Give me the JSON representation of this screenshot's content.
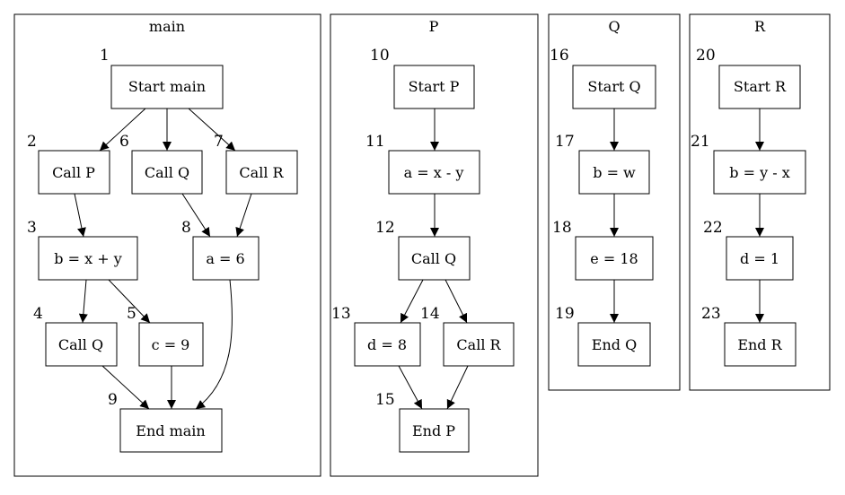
{
  "clusters": [
    {
      "id": "main",
      "title": "main"
    },
    {
      "id": "P",
      "title": "P"
    },
    {
      "id": "Q",
      "title": "Q"
    },
    {
      "id": "R",
      "title": "R"
    }
  ],
  "nodes": [
    {
      "id": "1",
      "label": "Start main",
      "number": "1"
    },
    {
      "id": "2",
      "label": "Call P",
      "number": "2"
    },
    {
      "id": "6",
      "label": "Call Q",
      "number": "6"
    },
    {
      "id": "7",
      "label": "Call R",
      "number": "7"
    },
    {
      "id": "3",
      "label": "b = x + y",
      "number": "3"
    },
    {
      "id": "8",
      "label": "a = 6",
      "number": "8"
    },
    {
      "id": "4",
      "label": "Call Q",
      "number": "4"
    },
    {
      "id": "5",
      "label": "c = 9",
      "number": "5"
    },
    {
      "id": "9",
      "label": "End main",
      "number": "9"
    },
    {
      "id": "10",
      "label": "Start P",
      "number": "10"
    },
    {
      "id": "11",
      "label": "a = x - y",
      "number": "11"
    },
    {
      "id": "12",
      "label": "Call Q",
      "number": "12"
    },
    {
      "id": "13",
      "label": "d = 8",
      "number": "13"
    },
    {
      "id": "14",
      "label": "Call R",
      "number": "14"
    },
    {
      "id": "15",
      "label": "End P",
      "number": "15"
    },
    {
      "id": "16",
      "label": "Start Q",
      "number": "16"
    },
    {
      "id": "17",
      "label": "b = w",
      "number": "17"
    },
    {
      "id": "18",
      "label": "e = 18",
      "number": "18"
    },
    {
      "id": "19",
      "label": "End Q",
      "number": "19"
    },
    {
      "id": "20",
      "label": "Start R",
      "number": "20"
    },
    {
      "id": "21",
      "label": "b = y - x",
      "number": "21"
    },
    {
      "id": "22",
      "label": "d = 1",
      "number": "22"
    },
    {
      "id": "23",
      "label": "End R",
      "number": "23"
    }
  ],
  "edges": [
    [
      "1",
      "2"
    ],
    [
      "1",
      "6"
    ],
    [
      "1",
      "7"
    ],
    [
      "2",
      "3"
    ],
    [
      "6",
      "8"
    ],
    [
      "7",
      "8"
    ],
    [
      "3",
      "4"
    ],
    [
      "3",
      "5"
    ],
    [
      "4",
      "9"
    ],
    [
      "5",
      "9"
    ],
    [
      "8",
      "9"
    ],
    [
      "10",
      "11"
    ],
    [
      "11",
      "12"
    ],
    [
      "12",
      "13"
    ],
    [
      "12",
      "14"
    ],
    [
      "13",
      "15"
    ],
    [
      "14",
      "15"
    ],
    [
      "16",
      "17"
    ],
    [
      "17",
      "18"
    ],
    [
      "18",
      "19"
    ],
    [
      "20",
      "21"
    ],
    [
      "21",
      "22"
    ],
    [
      "22",
      "23"
    ]
  ]
}
